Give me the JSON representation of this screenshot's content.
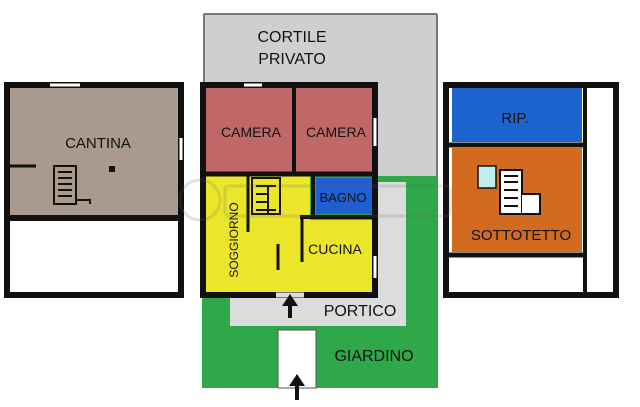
{
  "colors": {
    "cortile": "#cfcfcf",
    "giardino": "#2fa84a",
    "portico": "#dcdcdc",
    "cantina": "#a99a8d",
    "camera": "#c06868",
    "bagno": "#1f5fd0",
    "soggiorno": "#ece62a",
    "cucina": "#ece62a",
    "ripostiglio": "#1d64cf",
    "sottotetto": "#d26a1f",
    "wall": "#111111"
  },
  "labels": {
    "cortile_1": "CORTILE",
    "cortile_2": "PRIVATO",
    "cantina": "CANTINA",
    "camera_1": "CAMERA",
    "camera_2": "CAMERA",
    "bagno": "BAGNO",
    "soggiorno": "SOGGIORNO",
    "cucina": "CUCINA",
    "portico": "PORTICO",
    "giardino": "GIARDINO",
    "ripostiglio": "RIP.",
    "sottotetto": "SOTTOTETTO"
  },
  "icons": {
    "entrance_arrow_1": "arrow-up-icon",
    "entrance_arrow_2": "arrow-up-icon",
    "stairs": "stairs-icon",
    "watermark": "watermark-logo"
  }
}
